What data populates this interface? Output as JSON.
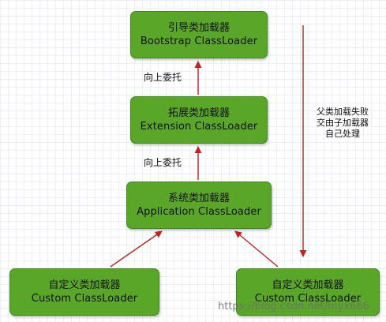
{
  "nodes": {
    "bootstrap": {
      "zh": "引导类加载器",
      "en": "Bootstrap ClassLoader"
    },
    "extension": {
      "zh": "拓展类加载器",
      "en": "Extension ClassLoader"
    },
    "application": {
      "zh": "系统类加载器",
      "en": "Application ClassLoader"
    },
    "custom_left": {
      "zh": "自定义类加载器",
      "en": "Custom ClassLoader"
    },
    "custom_right": {
      "zh": "自定义类加载器",
      "en": "Custom ClassLoader"
    }
  },
  "edge_labels": {
    "delegate_upper": "向上委托",
    "delegate_lower": "向上委托"
  },
  "side_note": {
    "line1": "父类加载失败",
    "line2": "交由子加载器",
    "line3": "自己处理"
  },
  "watermark": "https://blog.csdn.net/myx666",
  "colors": {
    "box_fill": "#5aa628",
    "arrow": "#c42020"
  }
}
